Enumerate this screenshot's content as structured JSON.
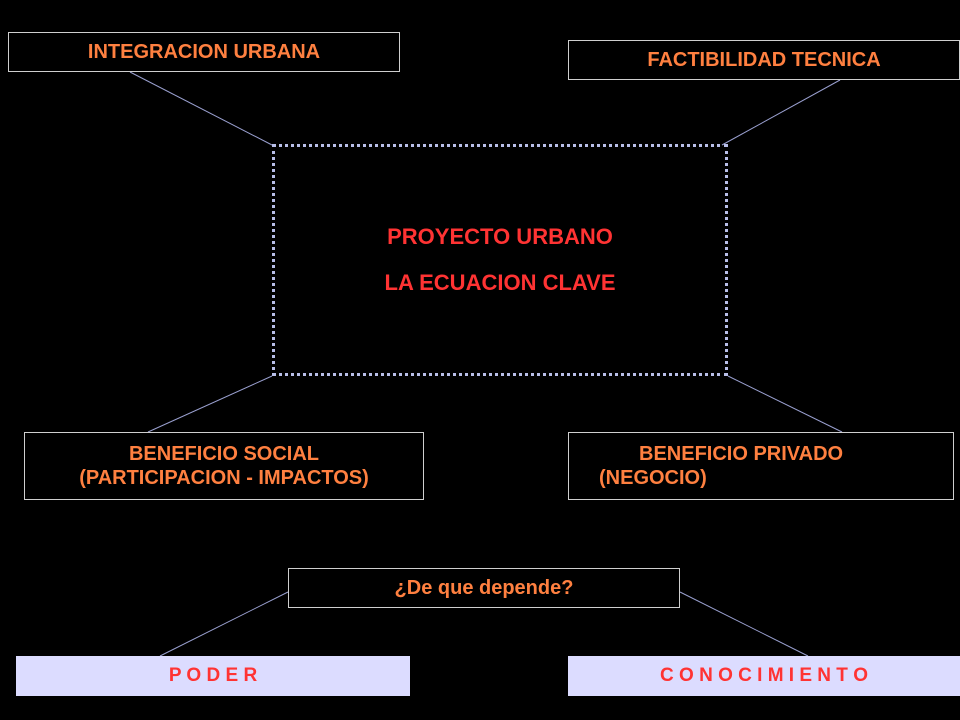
{
  "center": {
    "title": "PROYECTO URBANO",
    "subtitle": "LA ECUACION CLAVE"
  },
  "nodes": {
    "integracion": "INTEGRACION URBANA",
    "factibilidad": "FACTIBILIDAD TECNICA",
    "beneficio_social": [
      "BENEFICIO SOCIAL",
      "(PARTICIPACION - IMPACTOS)"
    ],
    "beneficio_privado": [
      "BENEFICIO PRIVADO",
      "(NEGOCIO)"
    ],
    "pregunta": "¿De que depende?",
    "poder": "P O D E R",
    "conocimiento": "C O N O C I M I E N T O"
  },
  "colors": {
    "background": "#000000",
    "orange_text": "#ff8040",
    "red_text": "#ff3333",
    "dotted_border": "#b8bee8",
    "pill_fill": "#dcdcff",
    "connector": "#9aa0d0"
  }
}
